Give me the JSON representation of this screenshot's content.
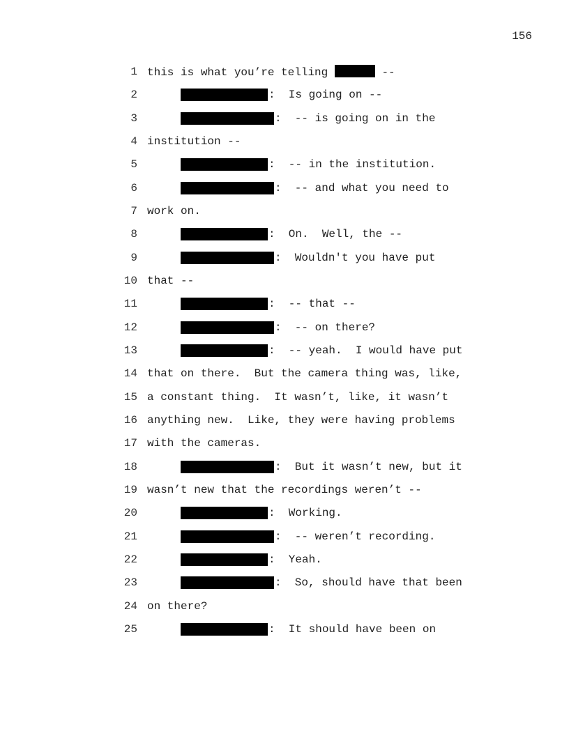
{
  "page_number": "156",
  "lines": [
    {
      "n": "1",
      "pre": "this is what you’re telling ",
      "post": " --"
    },
    {
      "n": "2",
      "speaker": "short",
      "text": ":  Is going on --"
    },
    {
      "n": "3",
      "speaker": "long",
      "text": ":  -- is going on in the"
    },
    {
      "n": "4",
      "text": "institution --"
    },
    {
      "n": "5",
      "speaker": "short",
      "text": ":  -- in the institution."
    },
    {
      "n": "6",
      "speaker": "long",
      "text": ":  -- and what you need to"
    },
    {
      "n": "7",
      "text": "work on."
    },
    {
      "n": "8",
      "speaker": "short",
      "text": ":  On.  Well, the --"
    },
    {
      "n": "9",
      "speaker": "long",
      "text": ":  Wouldn't you have put"
    },
    {
      "n": "10",
      "text": "that --"
    },
    {
      "n": "11",
      "speaker": "short",
      "text": ":  -- that --"
    },
    {
      "n": "12",
      "speaker": "long",
      "text": ":  -- on there?"
    },
    {
      "n": "13",
      "speaker": "short",
      "text": ":  -- yeah.  I would have put"
    },
    {
      "n": "14",
      "text": "that on there.  But the camera thing was, like,"
    },
    {
      "n": "15",
      "text": "a constant thing.  It wasn’t, like, it wasn’t"
    },
    {
      "n": "16",
      "text": "anything new.  Like, they were having problems"
    },
    {
      "n": "17",
      "text": "with the cameras."
    },
    {
      "n": "18",
      "speaker": "long",
      "text": ":  But it wasn’t new, but it"
    },
    {
      "n": "19",
      "text": "wasn’t new that the recordings weren’t --"
    },
    {
      "n": "20",
      "speaker": "short",
      "text": ":  Working."
    },
    {
      "n": "21",
      "speaker": "long",
      "text": ":  -- weren’t recording."
    },
    {
      "n": "22",
      "speaker": "short",
      "text": ":  Yeah."
    },
    {
      "n": "23",
      "speaker": "long",
      "text": ":  So, should have that been"
    },
    {
      "n": "24",
      "text": "on there?"
    },
    {
      "n": "25",
      "speaker": "short",
      "text": ":  It should have been on"
    }
  ]
}
